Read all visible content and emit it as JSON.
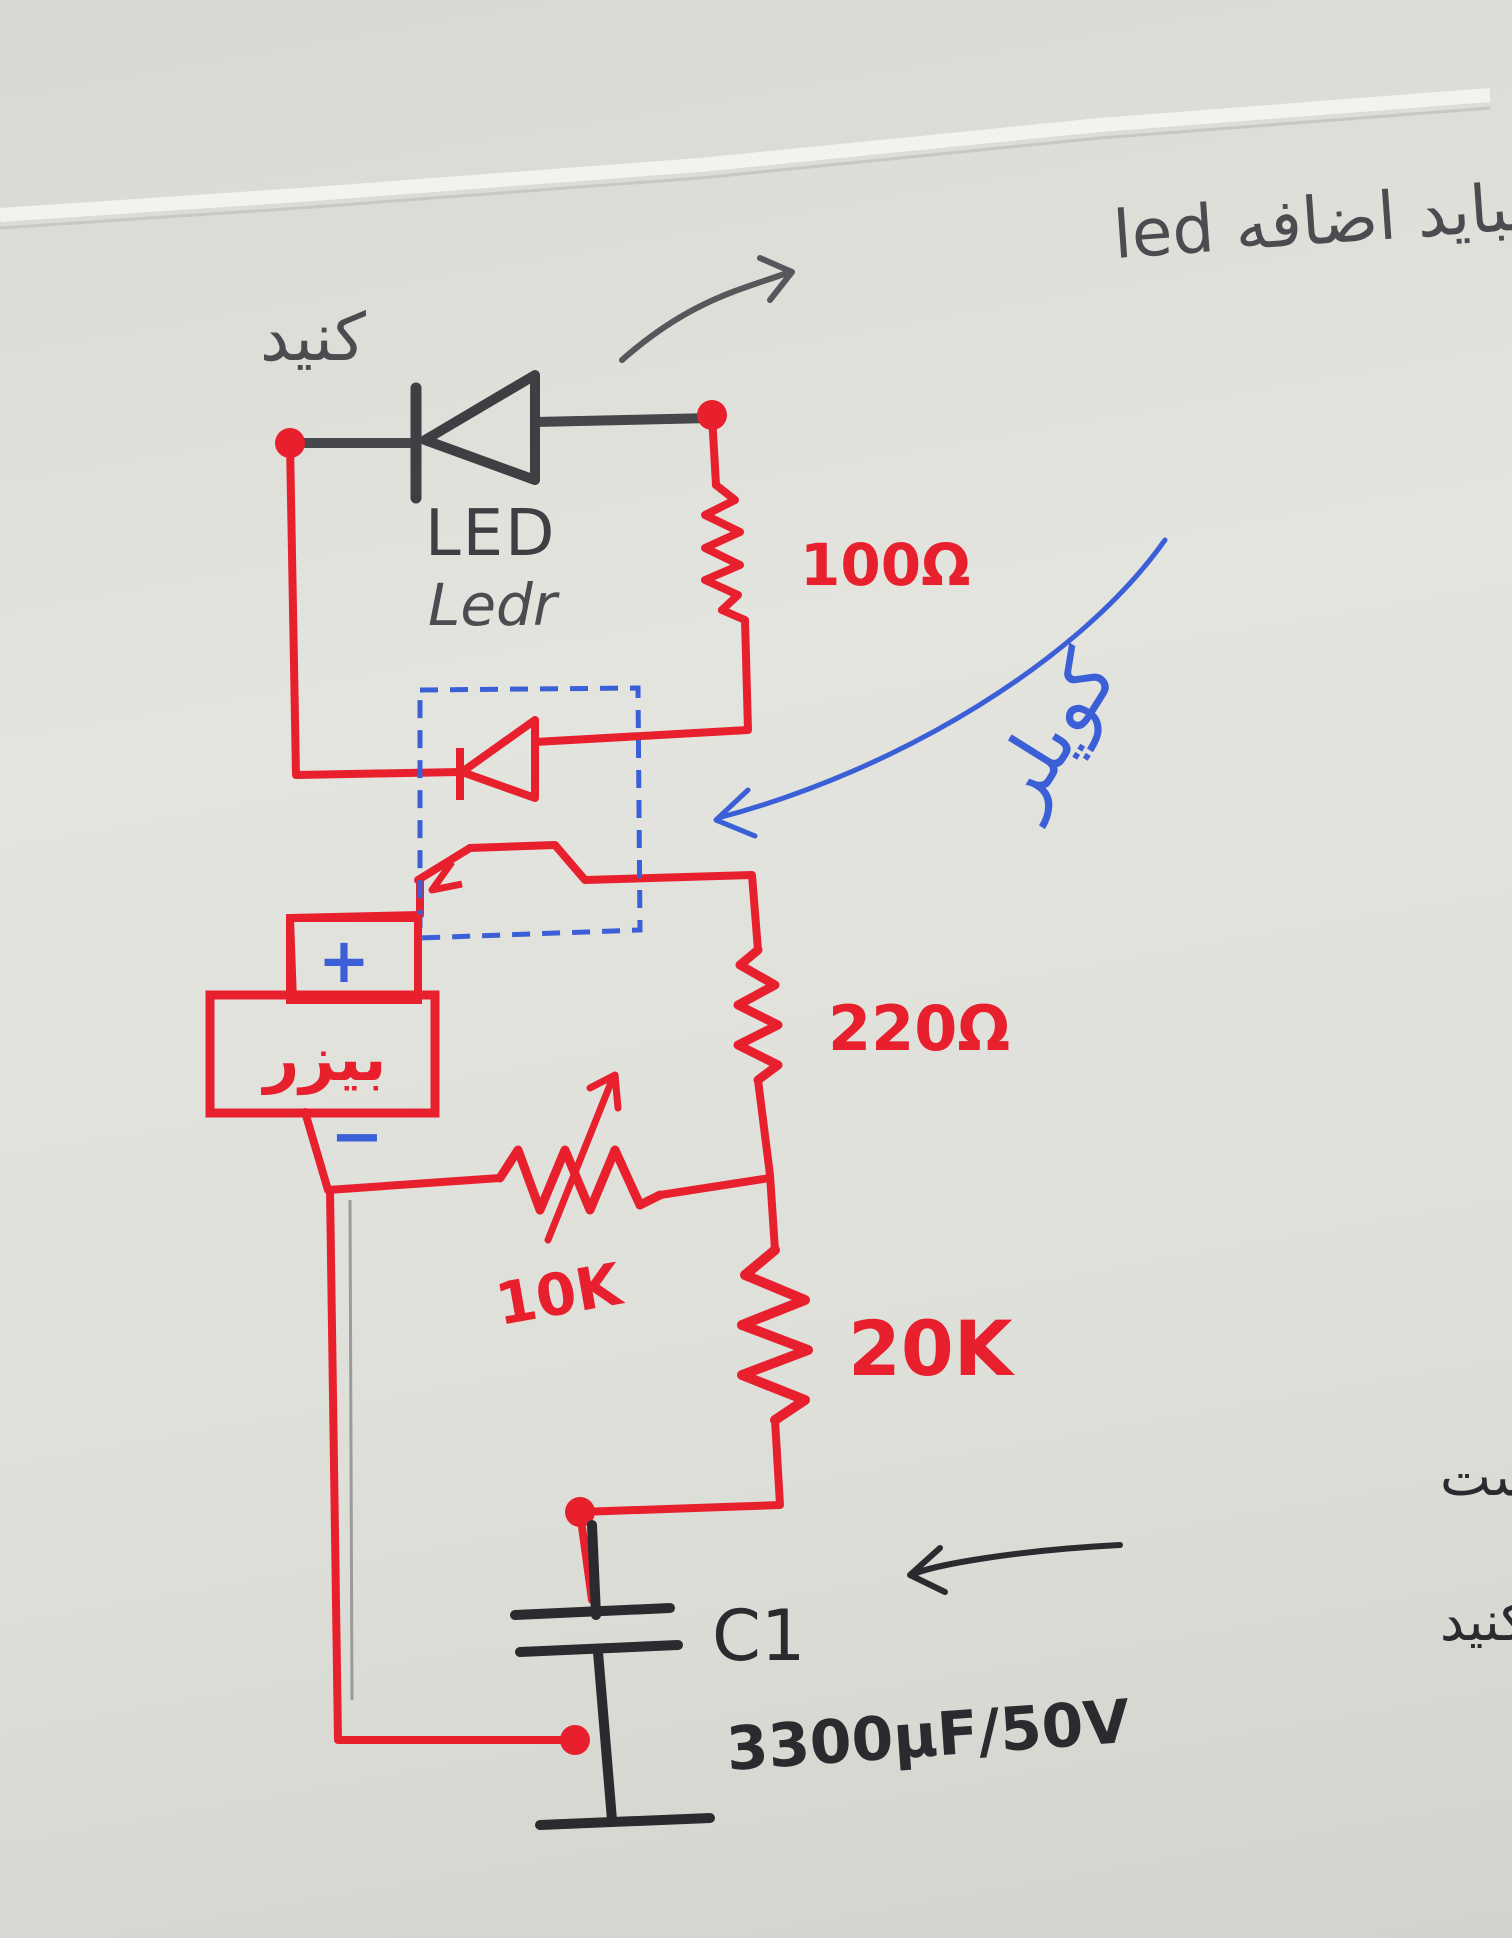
{
  "notes": {
    "led_power_line1": "led تغذیه است و نباید اضافه",
    "led_power_line2": "کنید",
    "coupler": "کوپلر",
    "capacitor_line1": "خازن تغذیه است",
    "capacitor_line2": "نباید اضافه کنید"
  },
  "labels": {
    "led": "LED",
    "led_sub": "Ledr",
    "resistor_top": "100Ω",
    "resistor_mid": "220Ω",
    "resistor_bottom": "20K",
    "potentiometer": "10K",
    "buzzer": "بیزر",
    "buzzer_plus": "+",
    "buzzer_minus": "−",
    "capacitor_name": "C1",
    "capacitor_value": "3300µF/50V"
  },
  "colors": {
    "wire": "#e8202e",
    "pencil": "#45474a",
    "coupler": "#3b5fd6",
    "ink": "#2a2b2e"
  }
}
